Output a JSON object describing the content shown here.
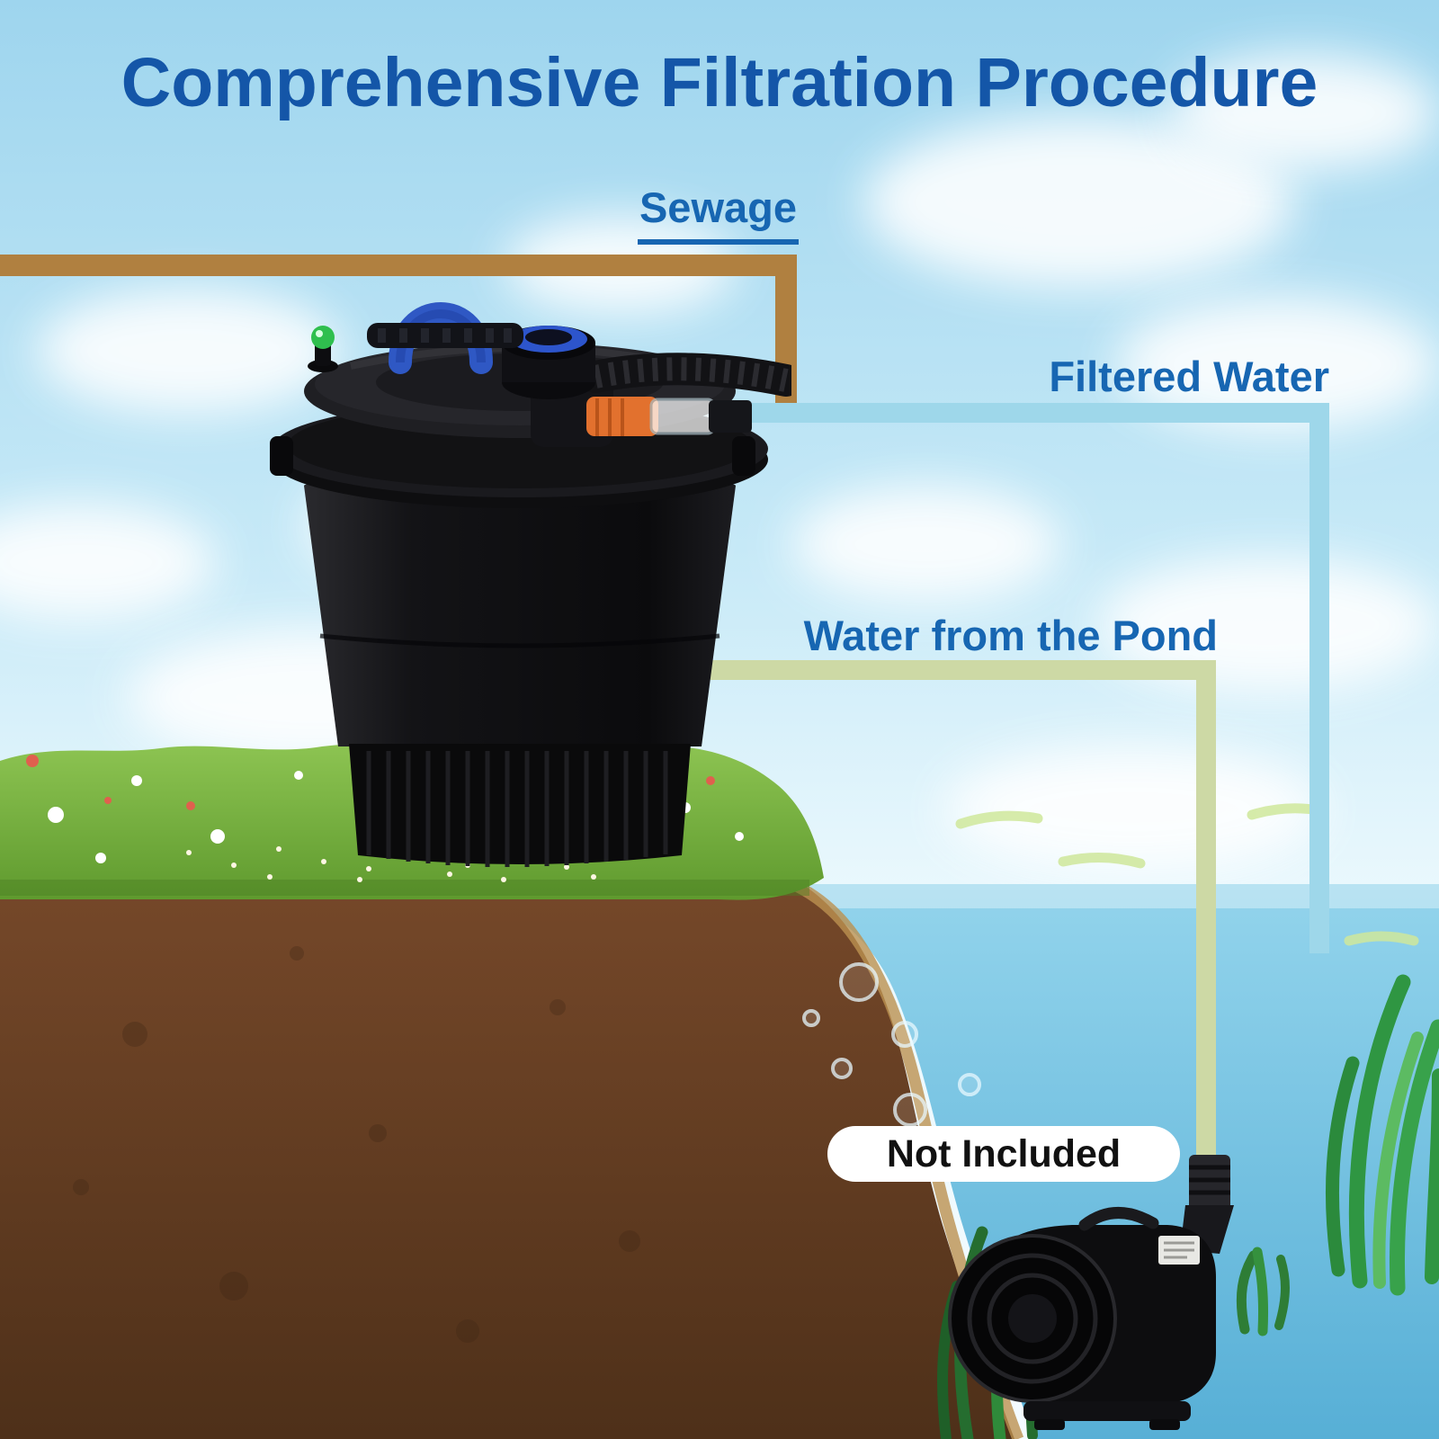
{
  "title": "Comprehensive Filtration Procedure",
  "annotations": {
    "sewage": {
      "label": "Sewage"
    },
    "filtered_water": {
      "label": "Filtered Water"
    },
    "pond_water": {
      "label": "Water from the Pond"
    },
    "not_included": {
      "label": "Not Included"
    }
  },
  "illustrations": {
    "filter": "pond pressure filter with UV clarifier",
    "pump": "submersible pond pump (not included)"
  },
  "colors": {
    "title_blue": "#1456a8",
    "label_blue": "#1766b2",
    "sewage_pipe": "#b08040",
    "filtered_pipe": "#9ed7ea",
    "pond_pipe": "#cdd9a5",
    "sky_top": "#9ed5ee",
    "sky_bottom": "#eaf8fd",
    "water_top": "#93d4ec",
    "water_bottom": "#57afd6",
    "grass_light": "#8dc452",
    "grass_dark": "#5f9a2e",
    "soil_light": "#77492a",
    "soil_dark": "#4e3019",
    "pill_bg": "#ffffff",
    "pill_text": "#111111"
  }
}
